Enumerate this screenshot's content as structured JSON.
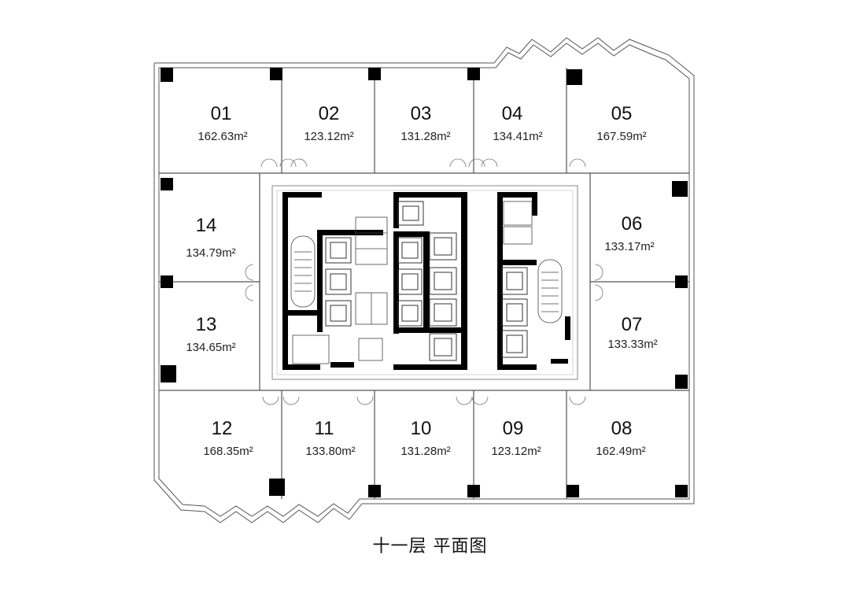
{
  "floor_title": "十一层 平面图",
  "units": [
    {
      "id": "01",
      "area": "162.63m²"
    },
    {
      "id": "02",
      "area": "123.12m²"
    },
    {
      "id": "03",
      "area": "131.28m²"
    },
    {
      "id": "04",
      "area": "134.41m²"
    },
    {
      "id": "05",
      "area": "167.59m²"
    },
    {
      "id": "06",
      "area": "133.17m²"
    },
    {
      "id": "07",
      "area": "133.33m²"
    },
    {
      "id": "08",
      "area": "162.49m²"
    },
    {
      "id": "09",
      "area": "123.12m²"
    },
    {
      "id": "10",
      "area": "131.28m²"
    },
    {
      "id": "11",
      "area": "133.80m²"
    },
    {
      "id": "12",
      "area": "168.35m²"
    },
    {
      "id": "13",
      "area": "134.65m²"
    },
    {
      "id": "14",
      "area": "134.79m²"
    }
  ],
  "colors": {
    "wall": "#000000",
    "line": "#555555",
    "core_outline": "#888888",
    "text": "#111111"
  }
}
